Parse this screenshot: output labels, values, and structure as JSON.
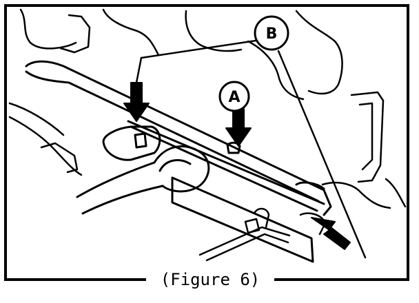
{
  "figure": {
    "caption": "(Figure 6)",
    "callouts": [
      {
        "id": "callout-a",
        "label": "A"
      },
      {
        "id": "callout-b",
        "label": "B"
      }
    ]
  },
  "colors": {
    "ink": "#000000",
    "paper": "#ffffff"
  }
}
